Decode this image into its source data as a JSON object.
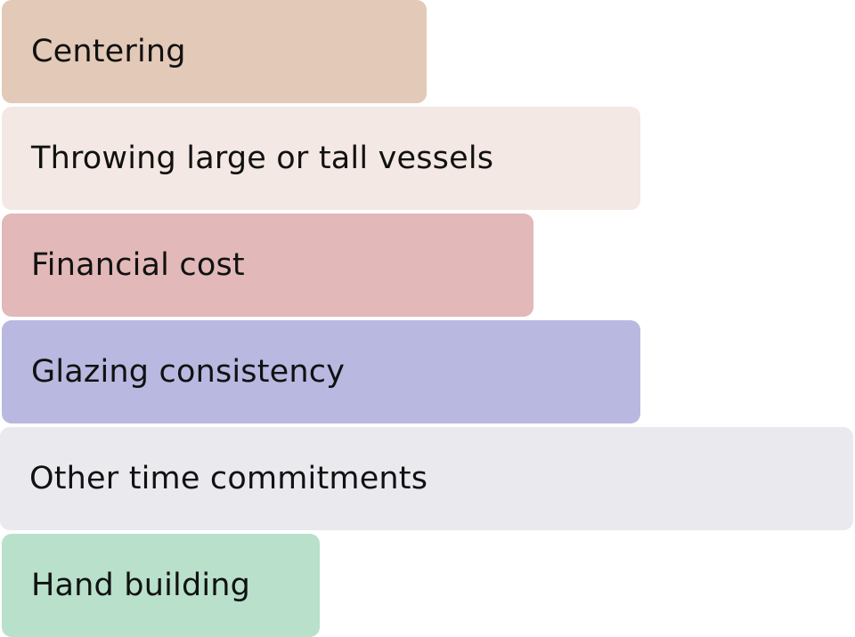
{
  "chart_data": {
    "type": "bar",
    "orientation": "horizontal",
    "categories": [
      "Centering",
      "Throwing large or tall vessels",
      "Financial cost",
      "Glazing consistency",
      "Other time commitments",
      "Hand building"
    ],
    "values": [
      4,
      6,
      5,
      6,
      8,
      3
    ],
    "xlim": [
      0,
      8
    ],
    "title": "",
    "xlabel": "",
    "ylabel": "",
    "grid": false,
    "legend": "none",
    "colors": [
      "#e3c9b7",
      "#f3e8e3",
      "#e2b8b8",
      "#b8b8e0",
      "#eae9ee",
      "#b8e0cb"
    ]
  }
}
